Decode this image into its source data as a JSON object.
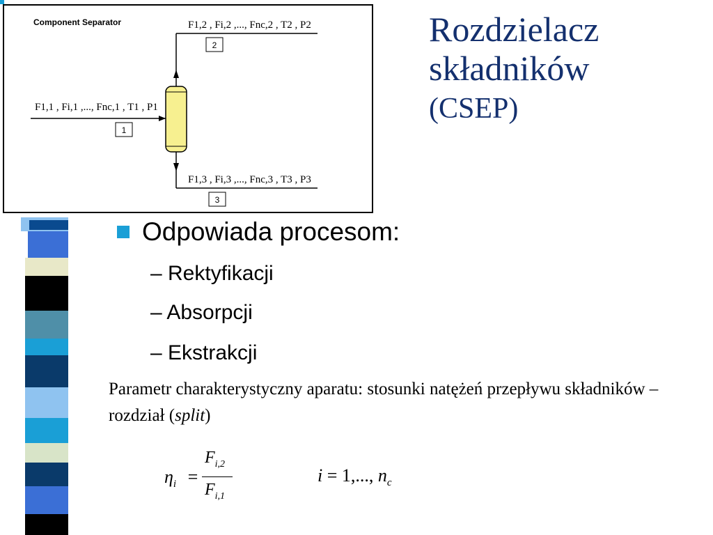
{
  "slide": {
    "title_line1": "Rozdzielacz",
    "title_line2": "składników",
    "title_sub": "(CSEP)"
  },
  "diagram": {
    "label": "Component Separator",
    "stream_in_label": "F1,1 , Fi,1 ,..., Fnc,1 , T1 , P1",
    "stream_top_label": "F1,2 , Fi,2 ,..., Fnc,2 , T2 , P2",
    "stream_bottom_label": "F1,3 , Fi,3 ,..., Fnc,3 , T3 , P3",
    "stream_in_num": "1",
    "stream_top_num": "2",
    "stream_bottom_num": "3",
    "vessel_color": "#f7f090"
  },
  "content": {
    "bullet": "Odpowiada procesom:",
    "items": [
      "– Rektyfikacji",
      "– Absorpcji",
      "– Ekstrakcji"
    ],
    "param_text": "Parametr charakterystyczny aparatu: stosunki natężeń przepływu składników – rozdział (",
    "param_italic": "split",
    "param_close": ")"
  },
  "formula": {
    "eta": "η",
    "sub_i": "i",
    "equals": "=",
    "num_F": "F",
    "num_sub": "i,2",
    "den_F": "F",
    "den_sub": "i,1",
    "range_i": "i",
    "range_eq": "=",
    "range_vals": "1,...,",
    "range_n": "n",
    "range_sub": "c"
  },
  "colors": {
    "title": "#14306e",
    "bullet_square": "#1a9fd6"
  }
}
